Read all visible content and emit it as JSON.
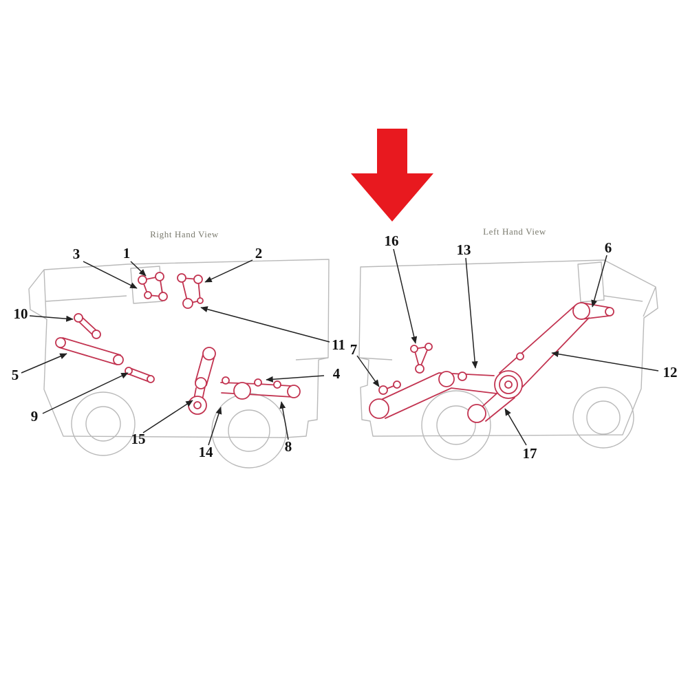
{
  "diagram": {
    "indicator_icon": "red-down-arrow",
    "views": [
      {
        "id": "right-hand-view",
        "title": "Right Hand View"
      },
      {
        "id": "left-hand-view",
        "title": "Left Hand View"
      }
    ],
    "callouts": [
      "1",
      "2",
      "3",
      "4",
      "5",
      "6",
      "7",
      "8",
      "9",
      "10",
      "11",
      "12",
      "13",
      "14",
      "15",
      "16",
      "17"
    ],
    "colors": {
      "arrow_red": "#e8191f",
      "part_red": "#c23350",
      "outline_gray": "#b9b9b9",
      "label_black": "#111111",
      "leader_black": "#222222",
      "title_gray": "#7a7a6e",
      "background": "#ffffff"
    }
  }
}
